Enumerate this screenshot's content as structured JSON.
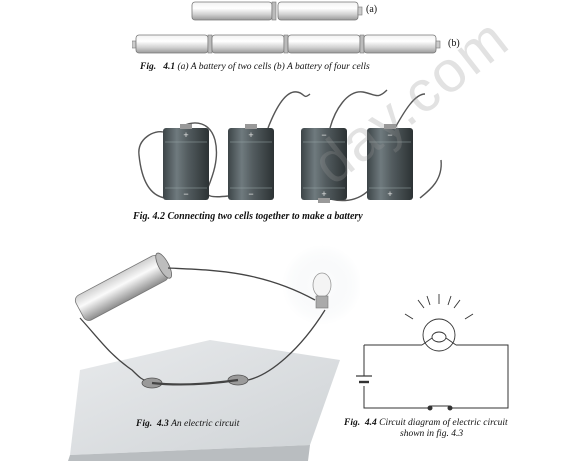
{
  "fig41": {
    "label_a": "(a)",
    "label_b": "(b)",
    "caption_fig": "Fig.",
    "caption_num": "4.1",
    "caption_text": "(a) A battery of two cells (b) A battery of four cells"
  },
  "fig42": {
    "caption": "Fig.   4.2 Connecting two cells together to make a battery",
    "plus": "+",
    "minus": "−"
  },
  "fig43": {
    "caption_fig": "Fig.",
    "caption_num": "4.3",
    "caption_text": "An electric circuit"
  },
  "fig44": {
    "caption_fig": "Fig.",
    "caption_num": "4.4",
    "caption_line1": "Circuit diagram of electric circuit",
    "caption_line2": "shown in fig. 4.3"
  },
  "watermark": "day.com",
  "icons": [
    "cell-icon",
    "battery-icon",
    "bulb-icon",
    "switch-icon"
  ]
}
